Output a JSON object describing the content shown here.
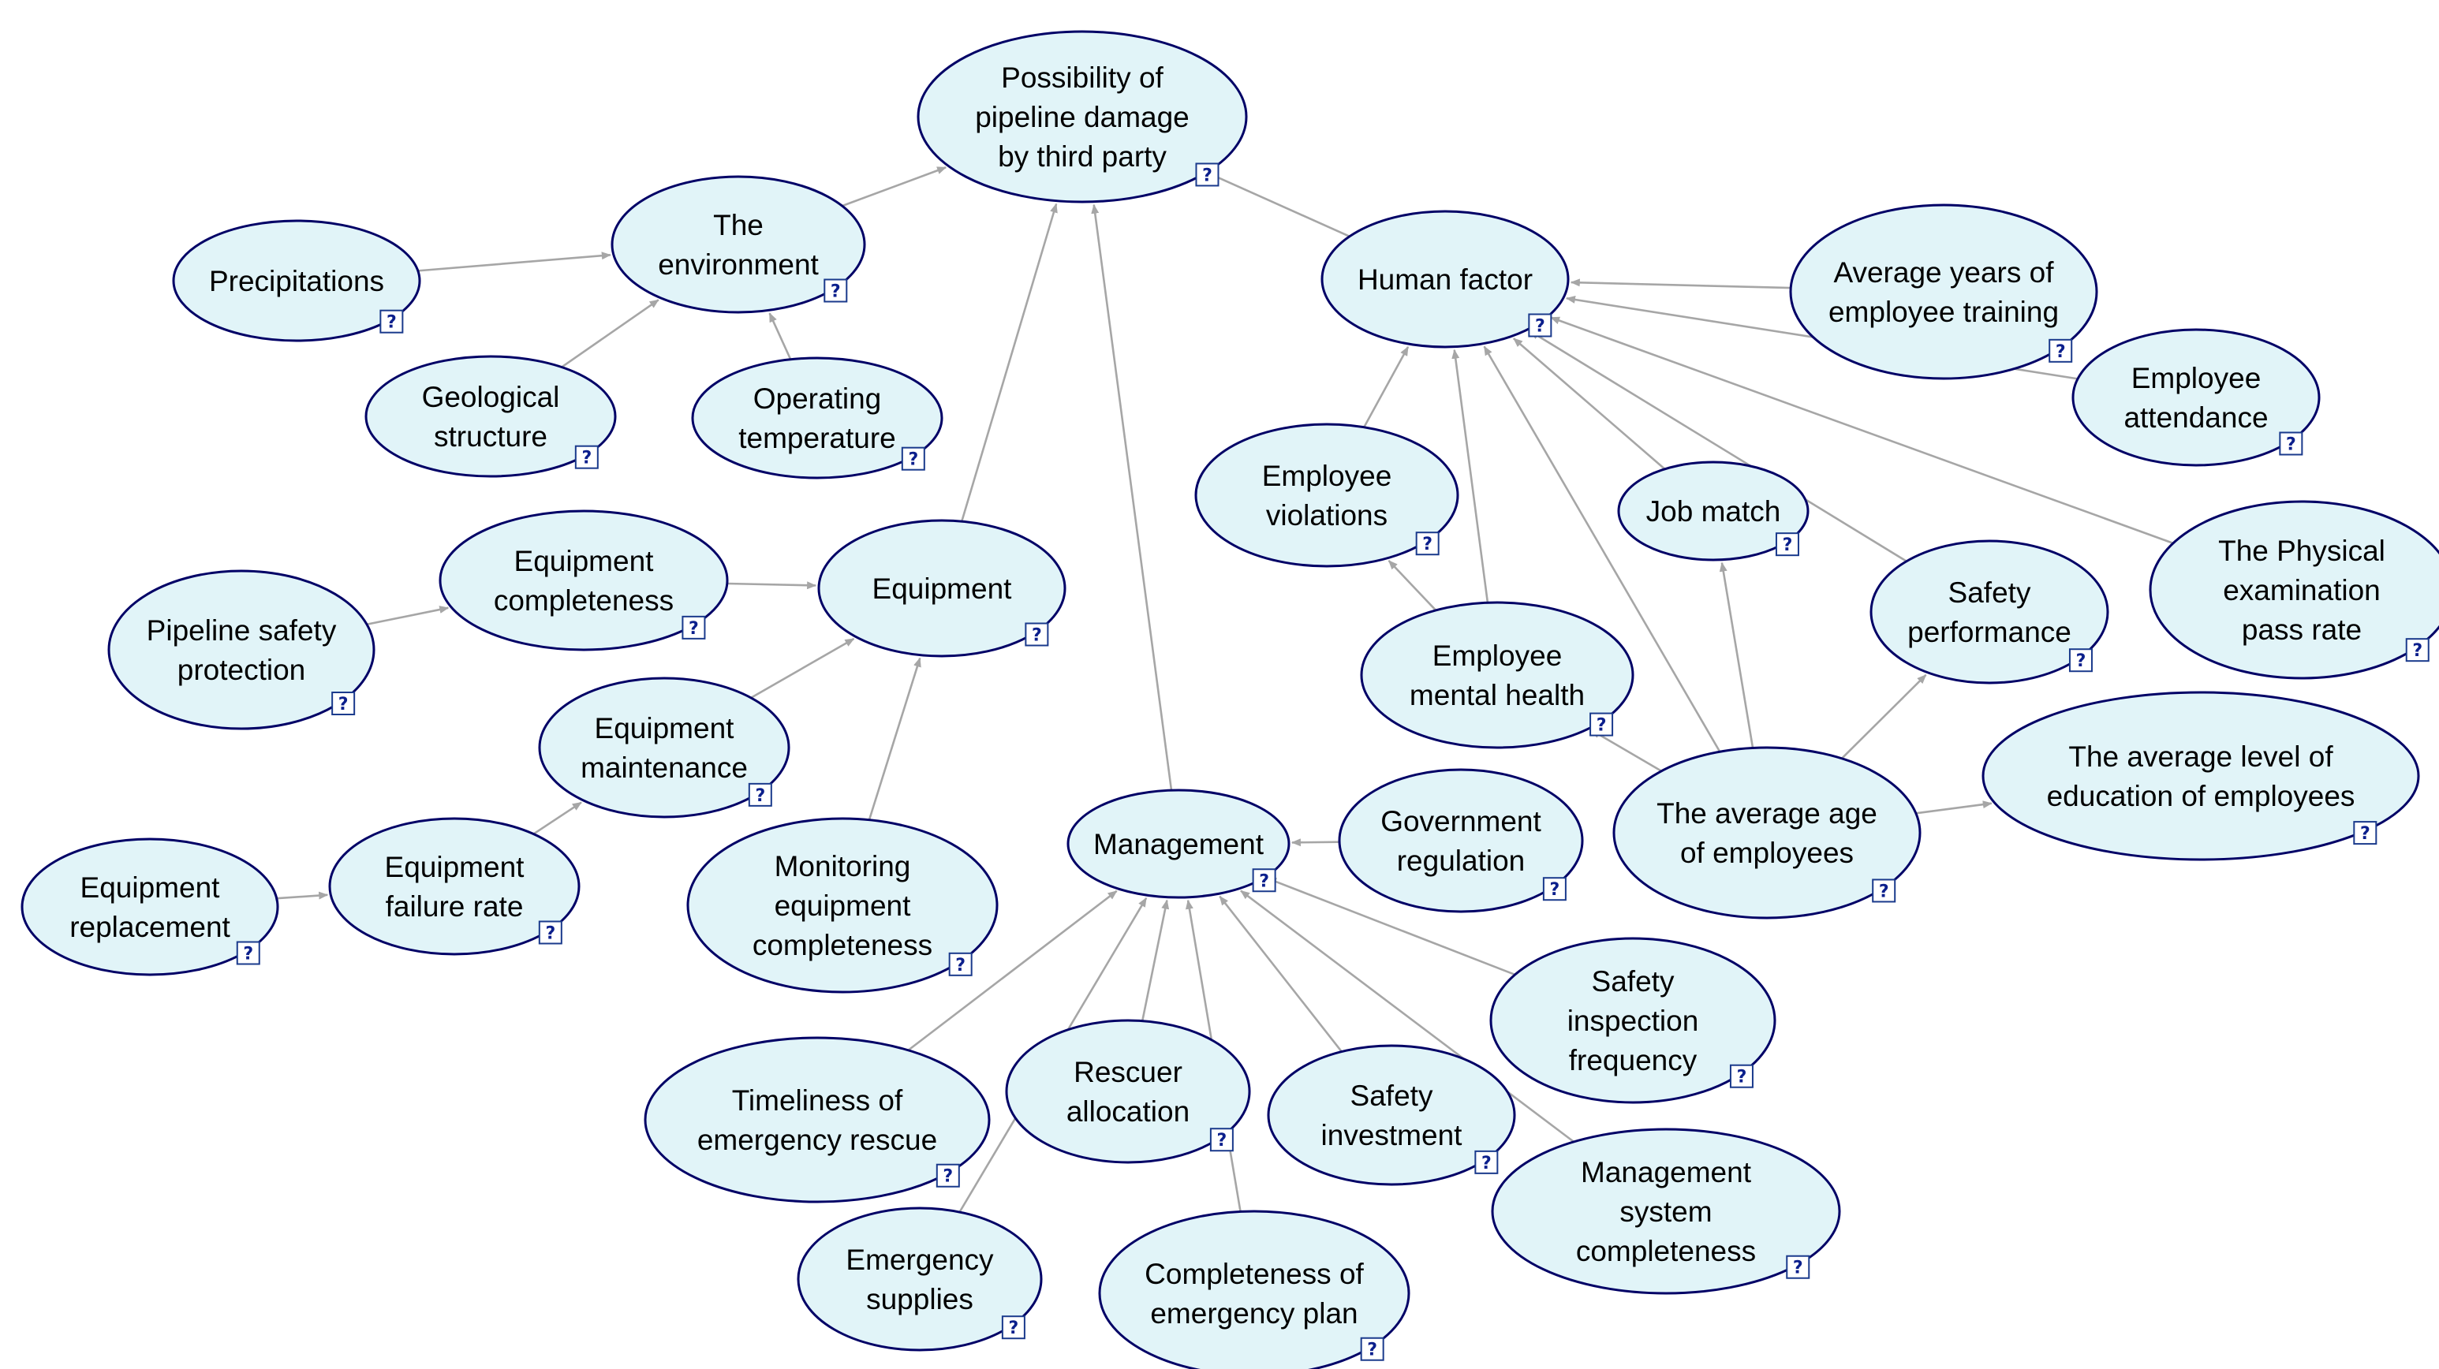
{
  "diagram": {
    "help_icon_glyph": "?",
    "colors": {
      "node_fill": "#e1f4f8",
      "node_stroke": "#000066",
      "edge": "#a6a6a6",
      "help_icon": "#0b1f8c"
    },
    "nodes": [
      {
        "id": "pipeline_damage",
        "lines": [
          "Possibility of",
          "pipeline damage",
          "by third party"
        ]
      },
      {
        "id": "environment",
        "lines": [
          "The",
          "environment"
        ]
      },
      {
        "id": "precipitations",
        "lines": [
          "Precipitations"
        ]
      },
      {
        "id": "geological_structure",
        "lines": [
          "Geological",
          "structure"
        ]
      },
      {
        "id": "operating_temperature",
        "lines": [
          "Operating",
          "temperature"
        ]
      },
      {
        "id": "human_factor",
        "lines": [
          "Human factor"
        ]
      },
      {
        "id": "avg_years_training",
        "lines": [
          "Average years of",
          "employee training"
        ]
      },
      {
        "id": "employee_attendance",
        "lines": [
          "Employee",
          "attendance"
        ]
      },
      {
        "id": "employee_violations",
        "lines": [
          "Employee",
          "violations"
        ]
      },
      {
        "id": "job_match",
        "lines": [
          "Job match"
        ]
      },
      {
        "id": "physical_exam",
        "lines": [
          "The Physical",
          "examination",
          "pass rate"
        ]
      },
      {
        "id": "safety_performance",
        "lines": [
          "Safety",
          "performance"
        ]
      },
      {
        "id": "employee_mental_health",
        "lines": [
          "Employee",
          "mental health"
        ]
      },
      {
        "id": "avg_age",
        "lines": [
          "The average age",
          "of employees"
        ]
      },
      {
        "id": "avg_education",
        "lines": [
          "The average level of",
          "education of employees"
        ]
      },
      {
        "id": "equipment_completeness",
        "lines": [
          "Equipment",
          "completeness"
        ]
      },
      {
        "id": "equipment",
        "lines": [
          "Equipment"
        ]
      },
      {
        "id": "pipeline_safety_protection",
        "lines": [
          "Pipeline safety",
          "protection"
        ]
      },
      {
        "id": "equipment_maintenance",
        "lines": [
          "Equipment",
          "maintenance"
        ]
      },
      {
        "id": "equipment_failure_rate",
        "lines": [
          "Equipment",
          "failure rate"
        ]
      },
      {
        "id": "equipment_replacement",
        "lines": [
          "Equipment",
          "replacement"
        ]
      },
      {
        "id": "monitoring_equipment",
        "lines": [
          "Monitoring",
          "equipment",
          "completeness"
        ]
      },
      {
        "id": "management",
        "lines": [
          "Management"
        ]
      },
      {
        "id": "government_regulation",
        "lines": [
          "Government",
          "regulation"
        ]
      },
      {
        "id": "safety_inspection",
        "lines": [
          "Safety",
          "inspection",
          "frequency"
        ]
      },
      {
        "id": "timeliness_rescue",
        "lines": [
          "Timeliness of",
          "emergency rescue"
        ]
      },
      {
        "id": "rescuer_allocation",
        "lines": [
          "Rescuer",
          "allocation"
        ]
      },
      {
        "id": "safety_investment",
        "lines": [
          "Safety",
          "investment"
        ]
      },
      {
        "id": "management_system",
        "lines": [
          "Management",
          "system",
          "completeness"
        ]
      },
      {
        "id": "emergency_supplies",
        "lines": [
          "Emergency",
          "supplies"
        ]
      },
      {
        "id": "emergency_plan",
        "lines": [
          "Completeness of",
          "emergency plan"
        ]
      }
    ],
    "edges": [
      {
        "from": "environment",
        "to": "pipeline_damage"
      },
      {
        "from": "human_factor",
        "to": "pipeline_damage"
      },
      {
        "from": "equipment",
        "to": "pipeline_damage"
      },
      {
        "from": "management",
        "to": "pipeline_damage"
      },
      {
        "from": "precipitations",
        "to": "environment"
      },
      {
        "from": "geological_structure",
        "to": "environment"
      },
      {
        "from": "operating_temperature",
        "to": "environment"
      },
      {
        "from": "avg_years_training",
        "to": "human_factor"
      },
      {
        "from": "employee_attendance",
        "to": "human_factor"
      },
      {
        "from": "employee_violations",
        "to": "human_factor"
      },
      {
        "from": "employee_mental_health",
        "to": "human_factor"
      },
      {
        "from": "job_match",
        "to": "human_factor"
      },
      {
        "from": "safety_performance",
        "to": "human_factor"
      },
      {
        "from": "physical_exam",
        "to": "human_factor"
      },
      {
        "from": "avg_age",
        "to": "human_factor"
      },
      {
        "from": "employee_mental_health",
        "to": "employee_violations"
      },
      {
        "from": "avg_age",
        "to": "employee_mental_health"
      },
      {
        "from": "avg_age",
        "to": "job_match"
      },
      {
        "from": "avg_age",
        "to": "safety_performance"
      },
      {
        "from": "avg_age",
        "to": "avg_education"
      },
      {
        "from": "pipeline_safety_protection",
        "to": "equipment_completeness"
      },
      {
        "from": "equipment_completeness",
        "to": "equipment"
      },
      {
        "from": "equipment_maintenance",
        "to": "equipment"
      },
      {
        "from": "monitoring_equipment",
        "to": "equipment"
      },
      {
        "from": "equipment_failure_rate",
        "to": "equipment_maintenance"
      },
      {
        "from": "equipment_replacement",
        "to": "equipment_failure_rate"
      },
      {
        "from": "government_regulation",
        "to": "management"
      },
      {
        "from": "safety_inspection",
        "to": "management"
      },
      {
        "from": "timeliness_rescue",
        "to": "management"
      },
      {
        "from": "rescuer_allocation",
        "to": "management"
      },
      {
        "from": "safety_investment",
        "to": "management"
      },
      {
        "from": "management_system",
        "to": "management"
      },
      {
        "from": "emergency_supplies",
        "to": "management"
      },
      {
        "from": "emergency_plan",
        "to": "management"
      }
    ]
  }
}
